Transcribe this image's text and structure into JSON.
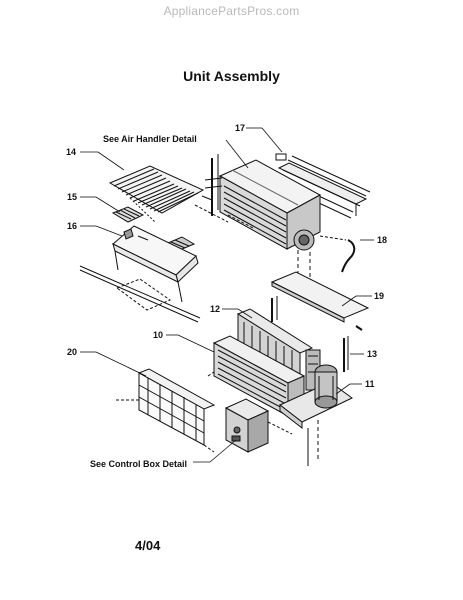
{
  "watermark": "AppliancePartsPros.com",
  "title": "Unit Assembly",
  "footer": "4/04",
  "callouts": {
    "air_handler_detail": "See Air Handler Detail",
    "control_box_detail": "See Control Box Detail"
  },
  "parts": {
    "p10": "10",
    "p11": "11",
    "p12": "12",
    "p13": "13",
    "p14": "14",
    "p15": "15",
    "p16": "16",
    "p17": "17",
    "p18": "18",
    "p19": "19",
    "p20": "20"
  }
}
